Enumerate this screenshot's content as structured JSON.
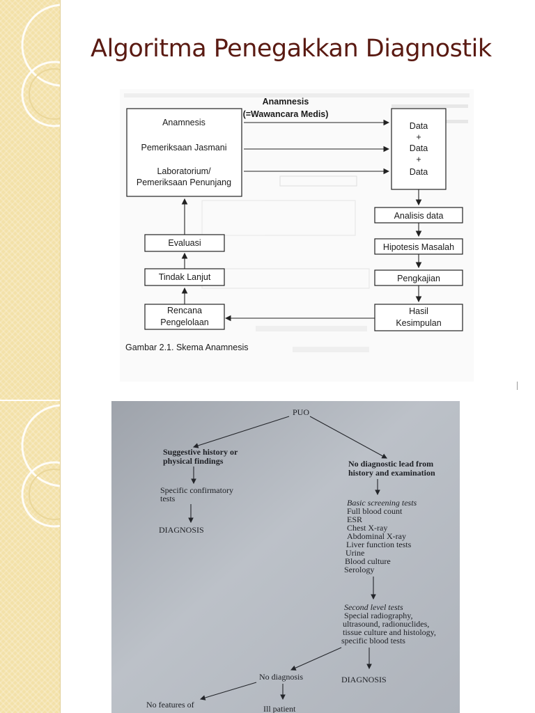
{
  "slide": {
    "title": "Algoritma Penegakkan Diagnostik"
  },
  "schema1": {
    "header_top": "Anamnesis",
    "header_bottom": "(=Wawancara Medis)",
    "left_box": {
      "line1": "Anamnesis",
      "line2": "Pemeriksaan Jasmani",
      "line3": "Laboratorium/",
      "line4": "Pemeriksaan Penunjang"
    },
    "data_box": [
      "Data",
      "+",
      "Data",
      "+",
      "Data"
    ],
    "right_steps": [
      "Analisis data",
      "Hipotesis Masalah",
      "Pengkajian"
    ],
    "hasil_line1": "Hasil",
    "hasil_line2": "Kesimpulan",
    "left_steps": [
      "Evaluasi",
      "Tindak Lanjut"
    ],
    "rencana_line1": "Rencana",
    "rencana_line2": "Pengelolaan",
    "caption": "Gambar 2.1. Skema Anamnesis"
  },
  "schema2": {
    "root": "PUO",
    "left_branch": [
      "Suggestive history or",
      "physical findings"
    ],
    "left_step": [
      "Specific confirmatory",
      "tests"
    ],
    "left_result": "DIAGNOSIS",
    "right_branch": [
      "No diagnostic lead from",
      "history and examination"
    ],
    "basic_heading": "Basic screening tests",
    "basic_items": [
      "Full blood count",
      "ESR",
      "Chest X-ray",
      "Abdominal X-ray",
      "Liver function tests",
      "Urine",
      "Blood culture",
      "Serology"
    ],
    "second_heading": "Second level tests",
    "second_items": [
      "Special radiography,",
      "ultrasound, radionuclides,",
      "tissue culture and histology,",
      "specific blood tests"
    ],
    "no_diagnosis": "No diagnosis",
    "diagnosis": "DIAGNOSIS",
    "bottom_left": "No features of",
    "bottom_mid": "Ill patient"
  },
  "colors": {
    "title": "#5a1a12",
    "strip": "#f3e1a8",
    "photo_background": "#b7bcc4"
  }
}
